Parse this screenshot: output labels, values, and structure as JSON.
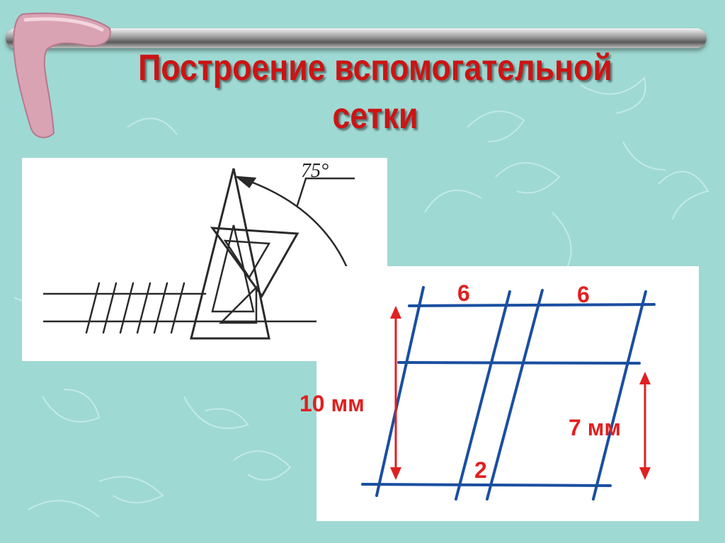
{
  "slide": {
    "title_line1": "Построение вспомогательной",
    "title_line2": "сетки",
    "colors": {
      "background": "#9fd9d3",
      "title": "#cc1414",
      "grid_line": "#1a4fa0",
      "label": "#e02020"
    }
  },
  "figure1": {
    "angle_label": "75°",
    "icons": [
      "set-square-icon",
      "angle-arc-arrow-icon"
    ]
  },
  "figure2": {
    "labels": {
      "spacing_top_left": "6",
      "spacing_top_right": "6",
      "height_large": "10 мм",
      "height_small": "7 мм",
      "spacing_bottom": "2"
    }
  }
}
